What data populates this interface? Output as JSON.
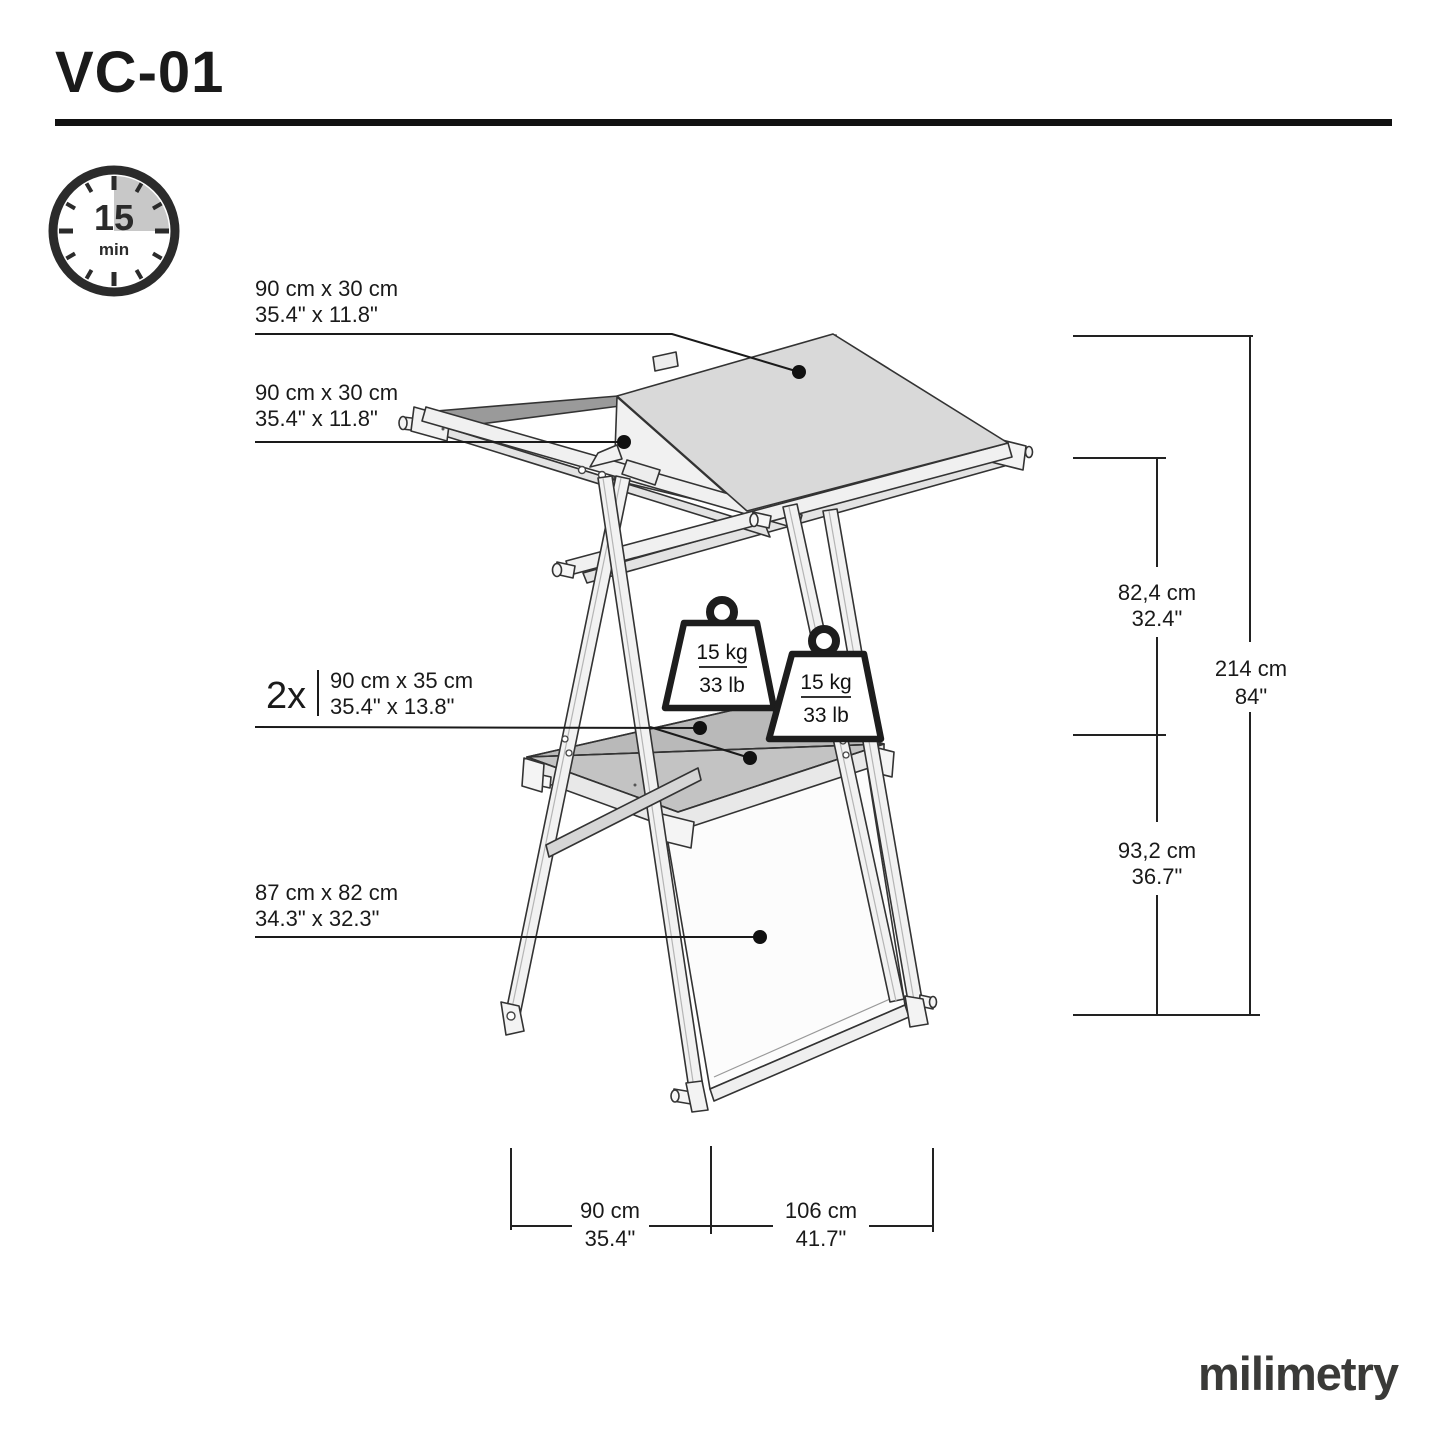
{
  "title": "VC-01",
  "brand": {
    "logo": "milimetry"
  },
  "assembly_time": {
    "value": "15",
    "unit": "min"
  },
  "weight_capacity": {
    "kg": "15 kg",
    "lb": "33 lb"
  },
  "labels": {
    "canopy_panel": {
      "metric": "90 cm x 30 cm",
      "imperial": "35.4\" x 11.8\""
    },
    "gable_panel": {
      "metric": "90 cm x 30 cm",
      "imperial": "35.4\" x 11.8\""
    },
    "tabletop": {
      "qty": "2x",
      "metric": "90 cm x 35 cm",
      "imperial": "35.4\" x 13.8\""
    },
    "front_panel": {
      "metric": "87 cm x 82 cm",
      "imperial": "34.3\" x 32.3\""
    }
  },
  "dimensions": {
    "upper_height": {
      "metric": "82,4 cm",
      "imperial": "32.4\""
    },
    "total_height": {
      "metric": "214 cm",
      "imperial": "84\""
    },
    "lower_height": {
      "metric": "93,2 cm",
      "imperial": "36.7\""
    },
    "width": {
      "metric": "90 cm",
      "imperial": "35.4\""
    },
    "depth": {
      "metric": "106 cm",
      "imperial": "41.7\""
    }
  },
  "colors": {
    "line": "#333333",
    "roof_fill": "#d9d9d9",
    "ridge_fill": "#9a9a9a",
    "table_fill": "#c0c0c0",
    "accent_dark": "#1d1d1d",
    "clock_sector": "#c8c8c8",
    "logo_color": "#3a3a38"
  }
}
